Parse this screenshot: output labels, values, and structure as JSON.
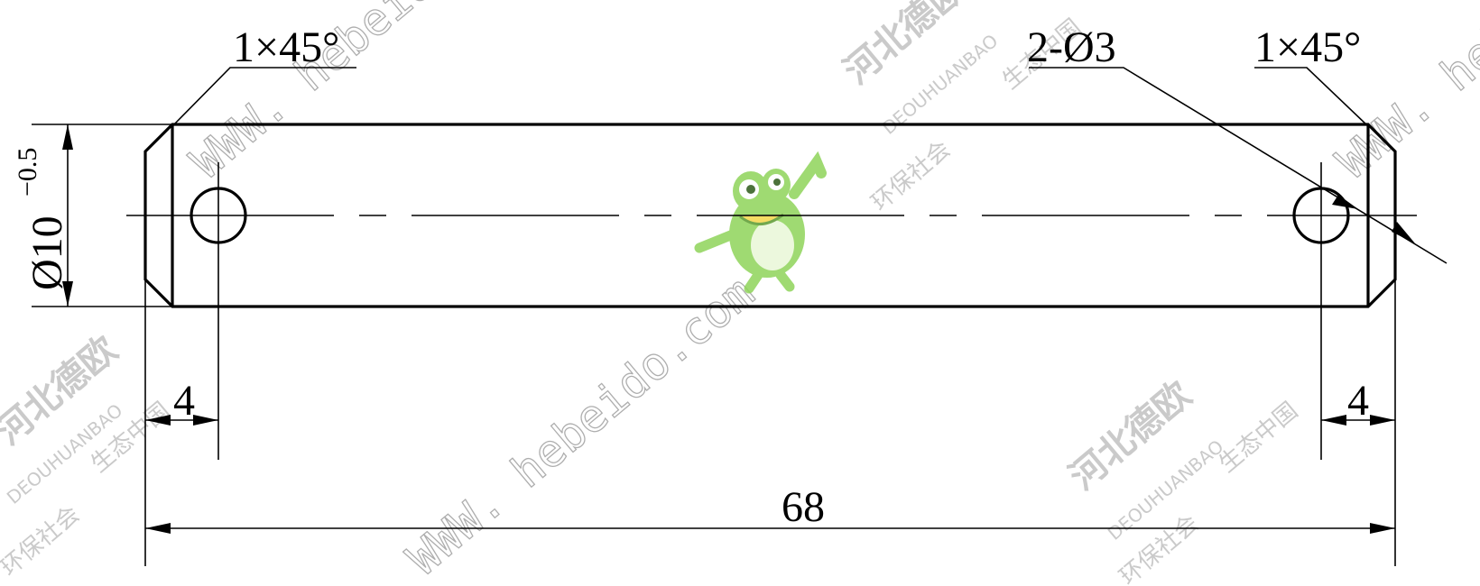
{
  "drawing": {
    "chamfer_left": "1×45°",
    "chamfer_right": "1×45°",
    "holes_label": "2-Ø3",
    "diameter_main": "Ø10",
    "diameter_tolerance": "−0.5",
    "dim_left_hole": "4",
    "dim_right_hole": "4",
    "dim_overall": "68"
  },
  "watermark": {
    "url": "WWW. hebeido.com",
    "company": "河北德欧",
    "brand": "DEOUHUANBAO",
    "slogan_a": "环保社会",
    "slogan_b": "生态中国"
  },
  "logo": {
    "name": "frog-mascot",
    "color": "#8fd45a"
  }
}
